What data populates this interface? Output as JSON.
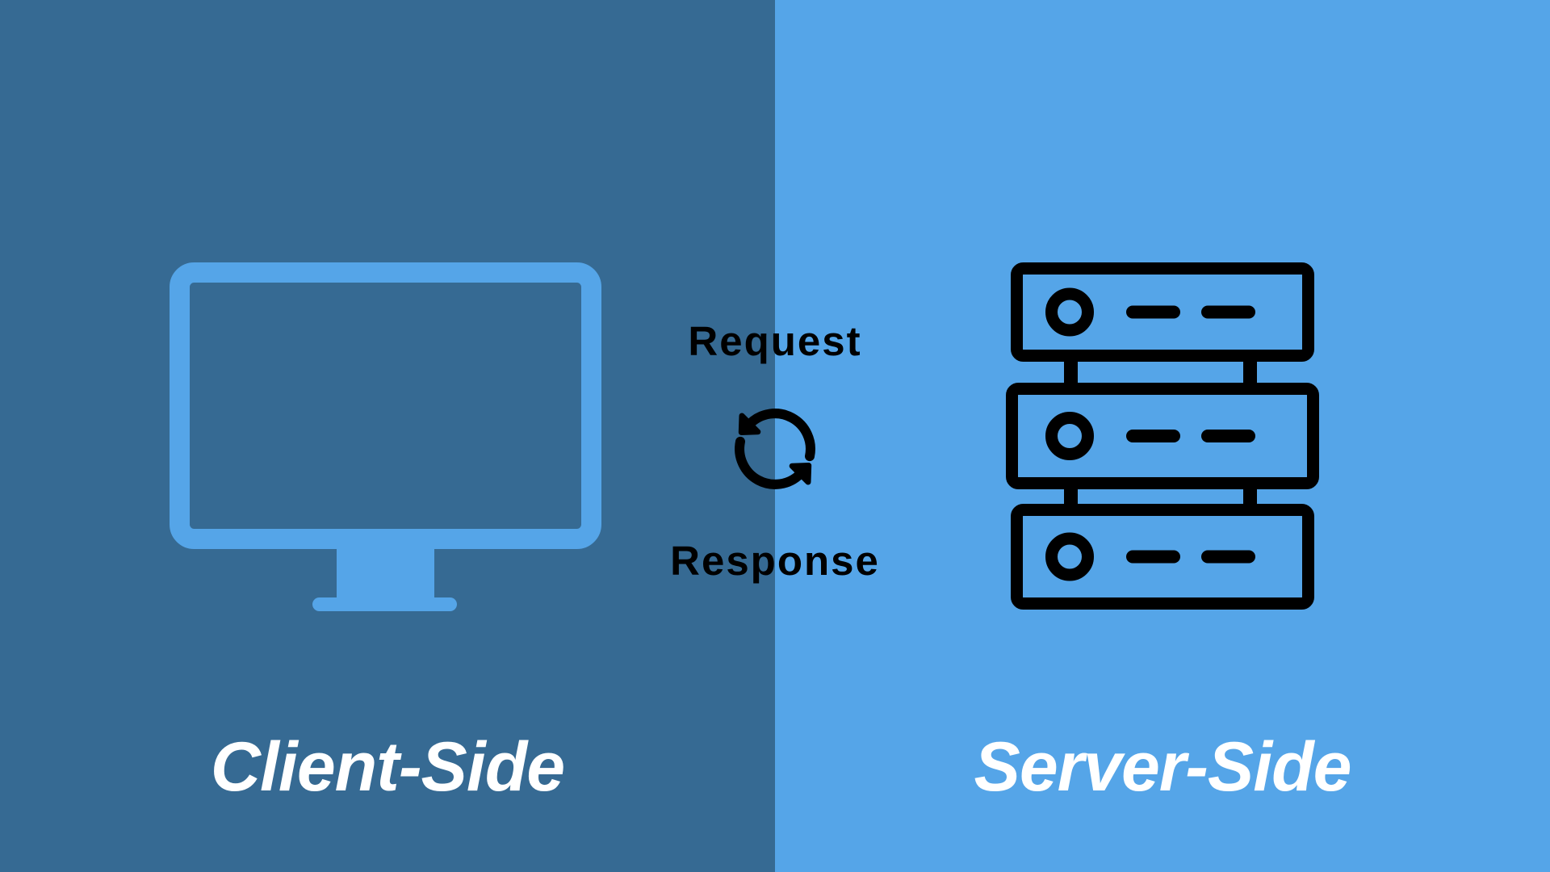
{
  "diagram": {
    "left": {
      "title": "Client-Side",
      "icon": "monitor-icon"
    },
    "right": {
      "title": "Server-Side",
      "icon": "server-rack-icon"
    },
    "center": {
      "top_label": "Request",
      "bottom_label": "Response",
      "icon": "sync-arrows-icon"
    }
  },
  "colors": {
    "left_bg": "#366a93",
    "right_bg": "#55a5e8",
    "monitor_fill": "#55a5e8",
    "ink": "#000000",
    "title_text": "#ffffff"
  }
}
